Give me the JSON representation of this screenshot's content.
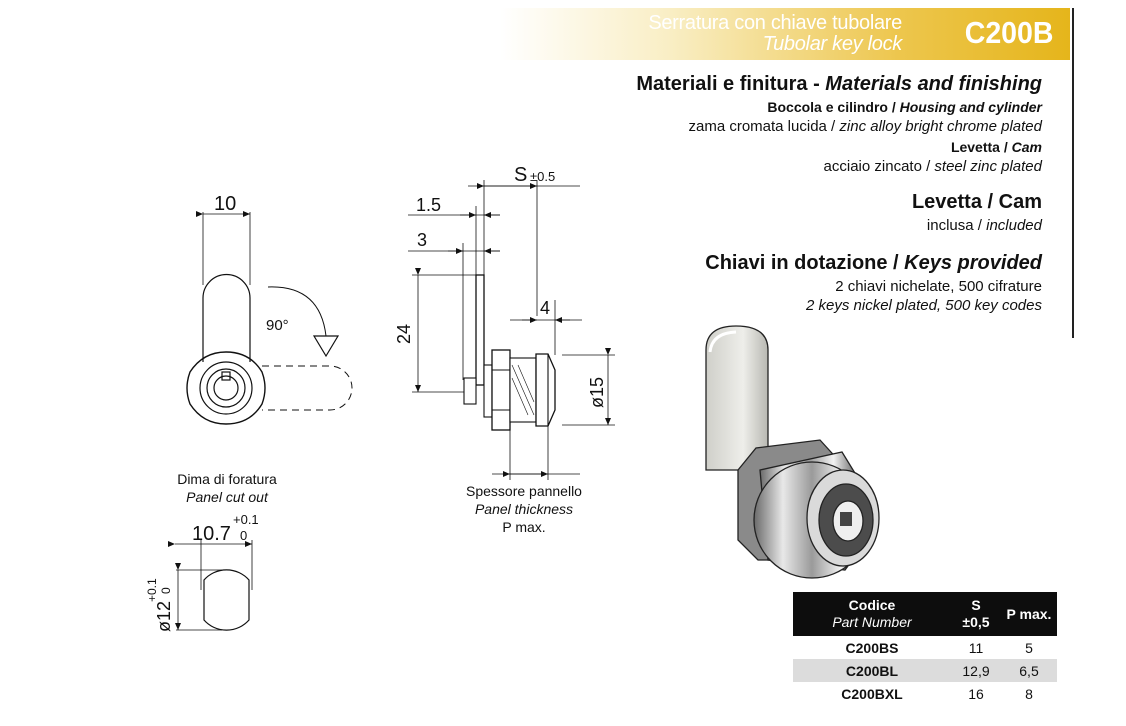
{
  "header": {
    "title_it": "Serratura con chiave tubolare",
    "title_en": "Tubolar key lock",
    "code": "C200B"
  },
  "specs": {
    "materials_heading_it": "Materiali e finitura - ",
    "materials_heading_en": "Materials and finishing",
    "housing_label_it": "Boccola e cilindro / ",
    "housing_label_en": "Housing and cylinder",
    "housing_value_it": "zama cromata lucida / ",
    "housing_value_en": "zinc alloy bright chrome plated",
    "cam_label_it": "Levetta / ",
    "cam_label_en": "Cam",
    "cam_value_it": "acciaio zincato / ",
    "cam_value_en": "steel zinc plated",
    "cam_heading": "Levetta / Cam",
    "cam_included_it": "inclusa / ",
    "cam_included_en": "included",
    "keys_heading_it": "Chiavi in dotazione / ",
    "keys_heading_en": "Keys provided",
    "keys_line1": "2 chiavi nichelate, 500 cifrature",
    "keys_line2": "2 keys nickel plated, 500 key codes"
  },
  "drawing": {
    "width_dim": "10",
    "rotation": "90°",
    "cutout_label_it": "Dima di foratura",
    "cutout_label_en": "Panel cut out",
    "cutout_width": "10.7",
    "cutout_width_tol_upper": "+0.1",
    "cutout_width_tol_lower": "0",
    "cutout_height": "ø12",
    "cutout_height_tol_upper": "+0.1",
    "cutout_height_tol_lower": "0",
    "s_dim": "S",
    "s_tol": "±0.5",
    "dim_1_5": "1.5",
    "dim_3": "3",
    "dim_24": "24",
    "dim_4": "4",
    "dim_15": "ø15",
    "panel_label_it": "Spessore pannello",
    "panel_label_en": "Panel thickness",
    "panel_label_p": "P max."
  },
  "table": {
    "headers": {
      "code_it": "Codice",
      "code_en": "Part Number",
      "s": "S",
      "s_tol": "±0,5",
      "p": "P max."
    },
    "rows": [
      {
        "code": "C200BS",
        "s": "11",
        "p": "5"
      },
      {
        "code": "C200BL",
        "s": "12,9",
        "p": "6,5"
      },
      {
        "code": "C200BXL",
        "s": "16",
        "p": "8"
      }
    ]
  }
}
